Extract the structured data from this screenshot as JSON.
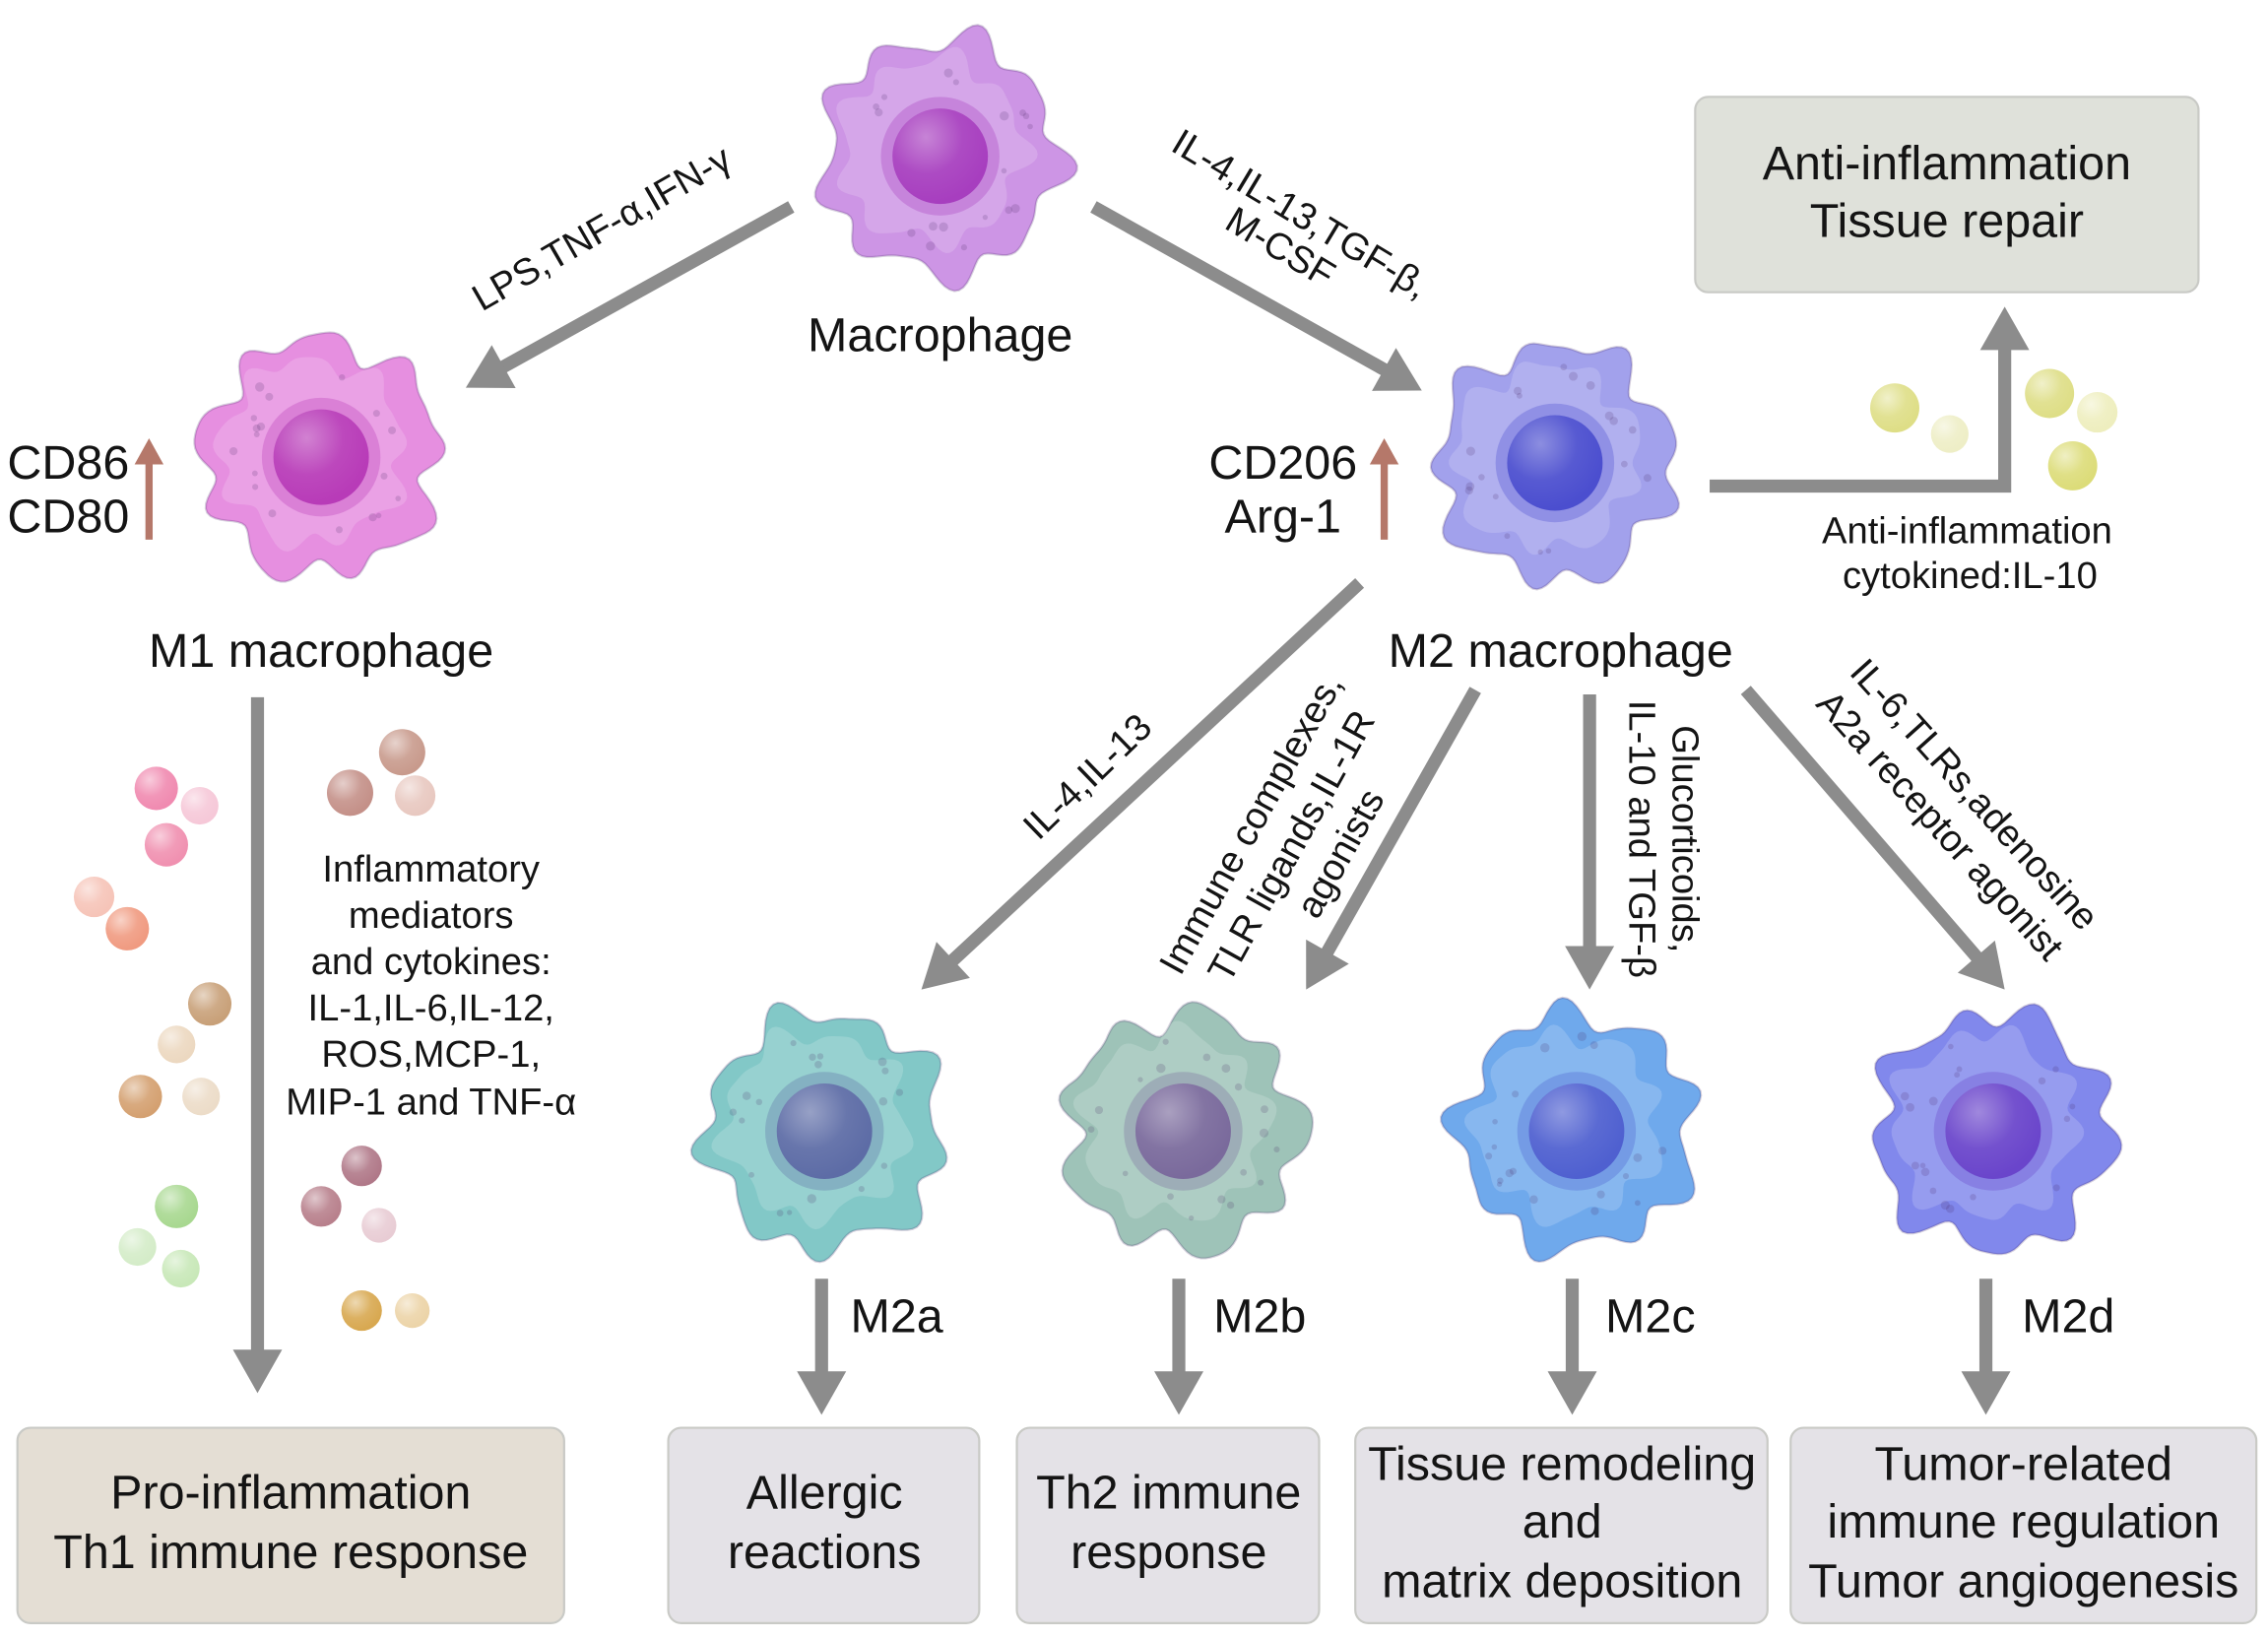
{
  "nodes": {
    "macrophage": {
      "label": "Macrophage",
      "body_color": "#cd95e5",
      "nucleus_color": "#a73ebf"
    },
    "m1": {
      "label": "M1 macrophage",
      "markers": [
        "CD86",
        "CD80"
      ],
      "body_color": "#e68fe0",
      "nucleus_color": "#b83bb8"
    },
    "m2": {
      "label": "M2 macrophage",
      "markers": [
        "CD206",
        "Arg-1"
      ],
      "body_color": "#a2a1ec",
      "nucleus_color": "#4b4ecf"
    },
    "m2a": {
      "label": "M2a",
      "body_color": "#82c8c7",
      "nucleus_color": "#5d6ca6"
    },
    "m2b": {
      "label": "M2b",
      "body_color": "#9ec3b8",
      "nucleus_color": "#7a6a9c"
    },
    "m2c": {
      "label": "M2c",
      "body_color": "#6fa9ec",
      "nucleus_color": "#4f60d0"
    },
    "m2d": {
      "label": "M2d",
      "body_color": "#8188ec",
      "nucleus_color": "#6a45cb"
    }
  },
  "stimuli": {
    "to_m1": [
      "LPS,TNF-α,IFN-γ"
    ],
    "to_m2": [
      "IL-4,IL-13,TGF-β,",
      "M-CSF"
    ],
    "to_m2a": [
      "IL-4,IL-13"
    ],
    "to_m2b": [
      "Immune complexes,",
      "TLR ligands,IL-1R",
      "agonists"
    ],
    "to_m2c": [
      "Glucorticoids,",
      "IL-10 and TGF-β"
    ],
    "to_m2d": [
      "IL-6,TLRs,adenosine",
      "A2a receptor agonist"
    ]
  },
  "secretions": {
    "m1": [
      "Inflammatory",
      "mediators",
      "and cytokines:",
      "IL-1,IL-6,IL-12,",
      "ROS,MCP-1,",
      "MIP-1 and TNF-α"
    ],
    "m2": [
      "Anti-inflammation",
      "cytokined:IL-10"
    ]
  },
  "outcomes": {
    "m2": [
      "Anti-inflammation",
      "Tissue repair"
    ],
    "m1": [
      "Pro-inflammation",
      "Th1 immune response"
    ],
    "m2a": [
      "Allergic",
      "reactions"
    ],
    "m2b": [
      "Th2 immune",
      "response"
    ],
    "m2c": [
      "Tissue remodeling",
      "and",
      "matrix deposition"
    ],
    "m2d": [
      "Tumor-related",
      "immune regulation",
      "Tumor angiogenesis"
    ]
  },
  "colors": {
    "arrow": "#8c8c8c",
    "marker_arrow": "#b5786a",
    "text": "#141414",
    "outcome_box_m2": "#dfe1da",
    "outcome_box_m1": "#e4ded4",
    "outcome_box_m2_subtypes": "#e4e2e7"
  }
}
